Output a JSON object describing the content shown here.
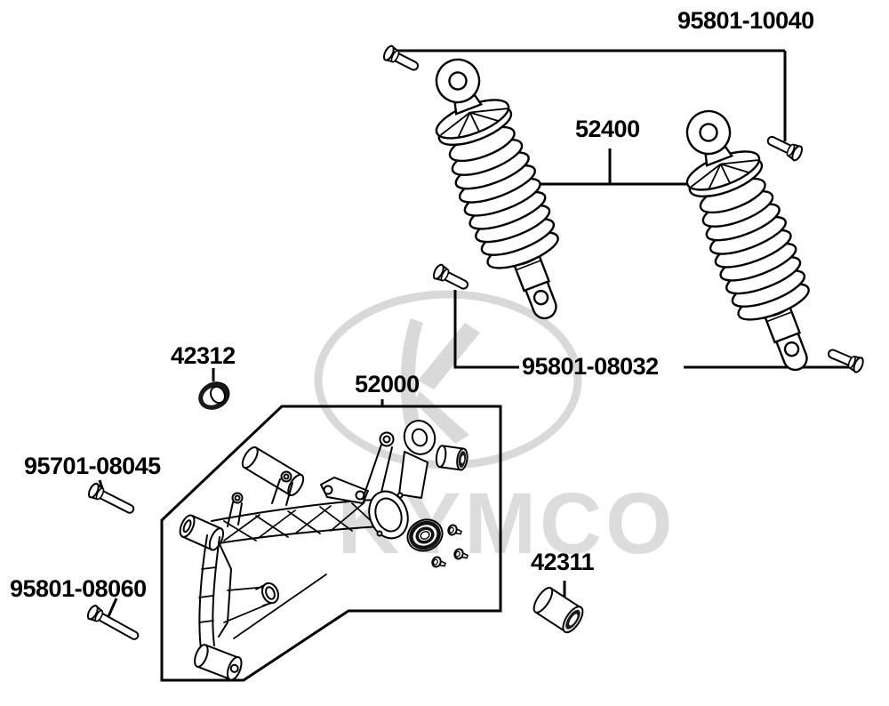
{
  "watermark": {
    "text": "KYMCO"
  },
  "parts": {
    "bolt_top": {
      "label": "95801-10040"
    },
    "cushion": {
      "label": "52400"
    },
    "bolt_cushion": {
      "label": "95801-08032"
    },
    "dust_seal": {
      "label": "42312"
    },
    "rear_fork": {
      "label": "52000"
    },
    "bolt_front": {
      "label": "95701-08045"
    },
    "bolt_lower": {
      "label": "95801-08060"
    },
    "collar": {
      "label": "42311"
    }
  },
  "colors": {
    "line": "#000000",
    "watermark_gray": "#d9d9d9",
    "background": "#ffffff"
  }
}
